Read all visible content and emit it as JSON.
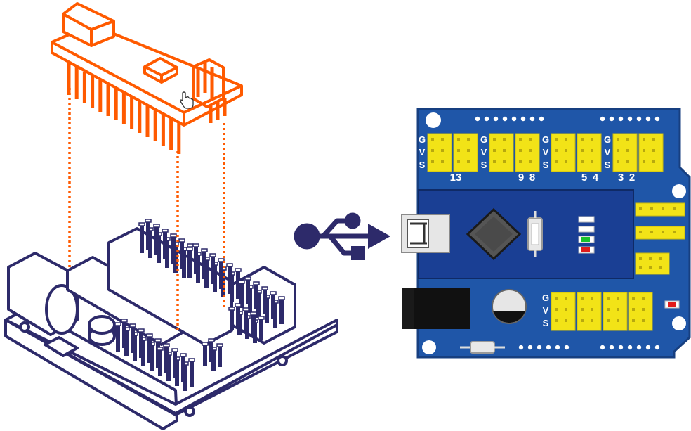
{
  "colors": {
    "orange": "#ff5a00",
    "navy": "#2d2a6a",
    "board_blue": "#1f56a8",
    "board_edge": "#173f80",
    "nano_blue": "#1a3f94",
    "header_yellow": "#f2e317",
    "led_green": "#19c22b",
    "led_red": "#e01b1b"
  },
  "icons": {
    "usb": "usb-icon",
    "cursor": "hand-cursor-icon"
  },
  "shield": {
    "gvs_top": [
      [
        "G",
        "V",
        "S"
      ],
      [
        "G",
        "V",
        "S"
      ],
      [
        "G",
        "V",
        "S"
      ],
      [
        "G",
        "V",
        "S"
      ]
    ],
    "pin_numbers": [
      "13",
      "9",
      "8",
      "5",
      "4",
      "3",
      "2"
    ],
    "gvs_bottom": [
      "G",
      "V",
      "S"
    ]
  }
}
